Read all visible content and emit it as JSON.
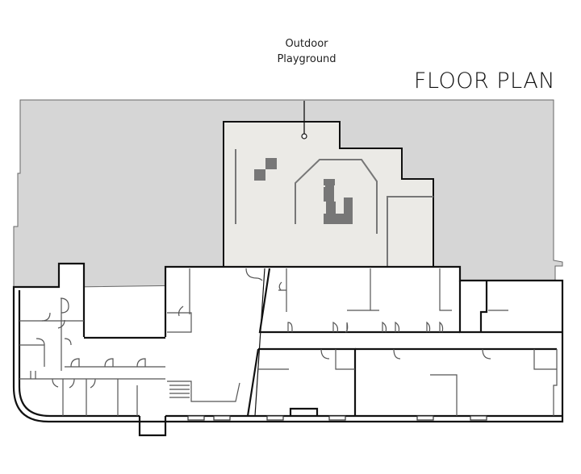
{
  "title": "FLOOR PLAN",
  "labels": {
    "playground_line1": "Outdoor",
    "playground_line2": "Playground"
  },
  "colors": {
    "site_fill": "#d6d6d6",
    "playground_fill": "#ebeae6",
    "wall": "#111111",
    "thin_wall": "#555555",
    "fixture": "#7a7a7a",
    "background": "#ffffff"
  }
}
